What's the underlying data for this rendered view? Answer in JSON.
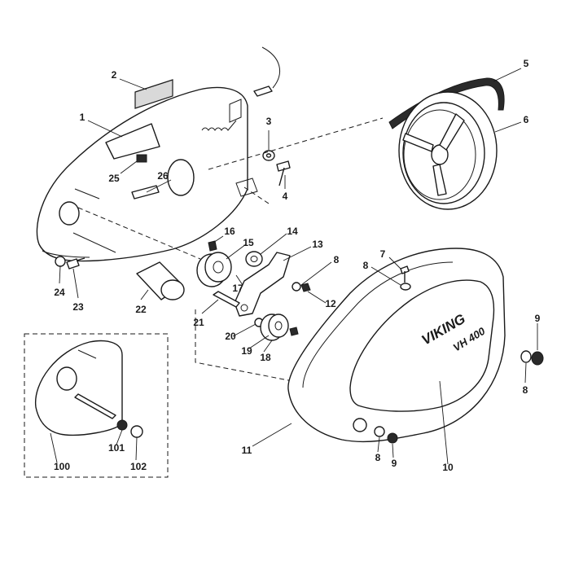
{
  "diagram": {
    "brand_logo_text": "VIKING",
    "model_text": "VH 400",
    "callouts": [
      "1",
      "2",
      "3",
      "4",
      "5",
      "6",
      "7",
      "8",
      "8",
      "8",
      "8",
      "9",
      "9",
      "10",
      "11",
      "12",
      "13",
      "14",
      "15",
      "16",
      "17",
      "18",
      "19",
      "20",
      "21",
      "22",
      "23",
      "24",
      "25",
      "26",
      "100",
      "101",
      "102"
    ]
  }
}
